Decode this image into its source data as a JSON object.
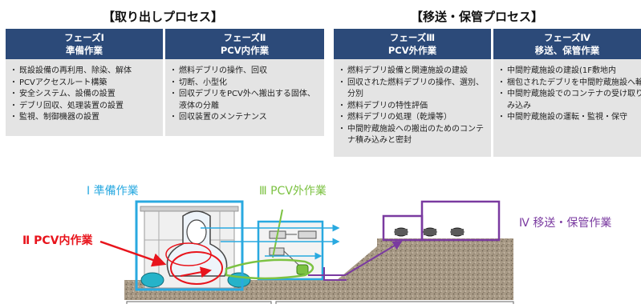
{
  "headings": {
    "extraction": "【取り出しプロセス】",
    "transfer": "【移送・保管プロセス】"
  },
  "phases": [
    {
      "title": "フェーズⅠ",
      "subtitle": "準備作業",
      "items": [
        "既設設備の再利用、除染、解体",
        "PCVアクセスルート構築",
        "安全システム、設備の設置",
        "デブリ回収、処理装置の設置",
        "監視、制御機器の設置"
      ]
    },
    {
      "title": "フェーズⅡ",
      "subtitle": "PCV内作業",
      "items": [
        "燃料デブリの操作、回収",
        "切断、小型化",
        "回収デブリをPCV外へ搬出する固体、液体の分離",
        "回収装置のメンテナンス"
      ]
    },
    {
      "title": "フェーズⅢ",
      "subtitle": "PCV外作業",
      "items": [
        "燃料デブリ設備と関連施設の建設",
        "回収された燃料デブリの操作、選別、分別",
        "燃料デブリの特性評価",
        "燃料デブリの処理（乾燥等）",
        "中間貯蔵施設への搬出のためのコンテナ積み込みと密封"
      ]
    },
    {
      "title": "フェーズⅣ",
      "subtitle": "移送、保管作業",
      "items": [
        "中間貯蔵施設の建設(1F敷地内",
        "梱包されたデブリを中間貯蔵施設へ輸送",
        "中間貯蔵施設でのコンテナの受け取りと積み込み",
        "中間貯蔵施設の運転・監視・保守"
      ]
    }
  ],
  "diagram_labels": {
    "phase1": "Ⅰ 準備作業",
    "phase2": "Ⅱ PCV内作業",
    "phase3": "Ⅲ PCV外作業",
    "phase4": "Ⅳ 移送・保管作業"
  },
  "colors": {
    "header_bg": "#2c4a79",
    "body_bg": "#e4e4e4",
    "phase1": "#29a9e0",
    "phase2": "#e8141c",
    "phase3": "#7cc242",
    "phase4": "#7a3aa0"
  }
}
